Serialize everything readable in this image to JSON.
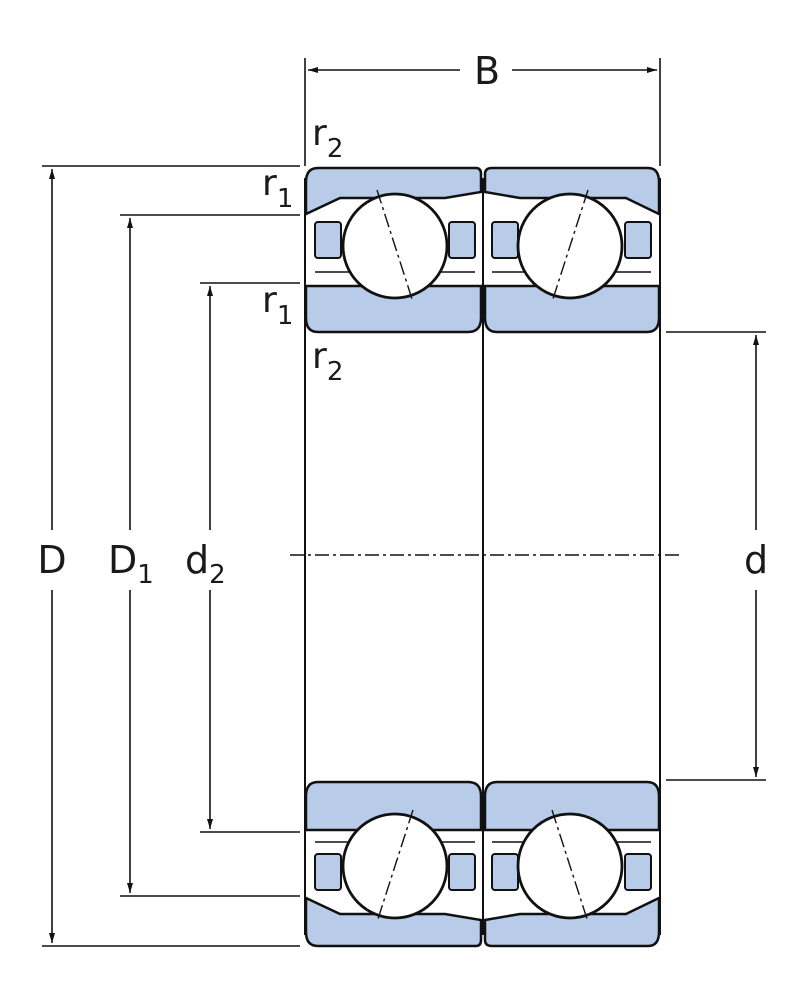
{
  "colors": {
    "ring_fill": "#b8cbe8",
    "outline": "#111111",
    "background": "#ffffff"
  },
  "labels": {
    "B": "B",
    "D": "D",
    "D1_main": "D",
    "D1_sub": "1",
    "d2_main": "d",
    "d2_sub": "2",
    "d": "d",
    "r1_main": "r",
    "r1_sub": "1",
    "r2_main": "r",
    "r2_sub": "2"
  }
}
